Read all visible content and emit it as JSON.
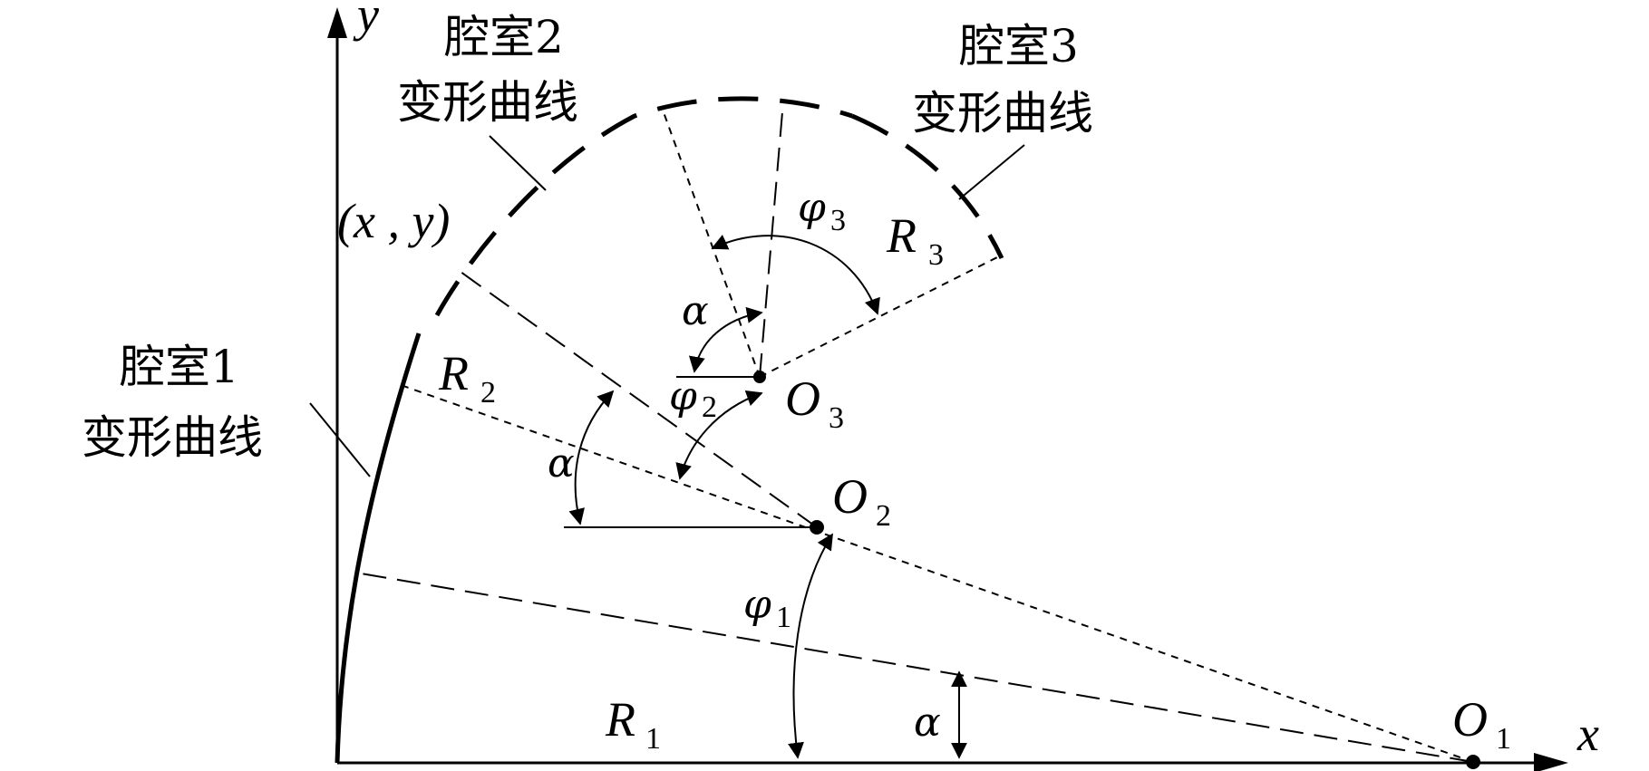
{
  "axes": {
    "x": "x",
    "y": "y"
  },
  "labels": {
    "chamber1_line1": "腔室1",
    "chamber1_line2": "变形曲线",
    "chamber2_line1": "腔室2",
    "chamber2_line2": "变形曲线",
    "chamber3_line1": "腔室3",
    "chamber3_line2": "变形曲线",
    "point_xy": "(x , y)"
  },
  "symbols": {
    "R": "R",
    "O": "O",
    "sub1": "1",
    "sub2": "2",
    "sub3": "3",
    "alpha": "α",
    "phi": "φ"
  }
}
